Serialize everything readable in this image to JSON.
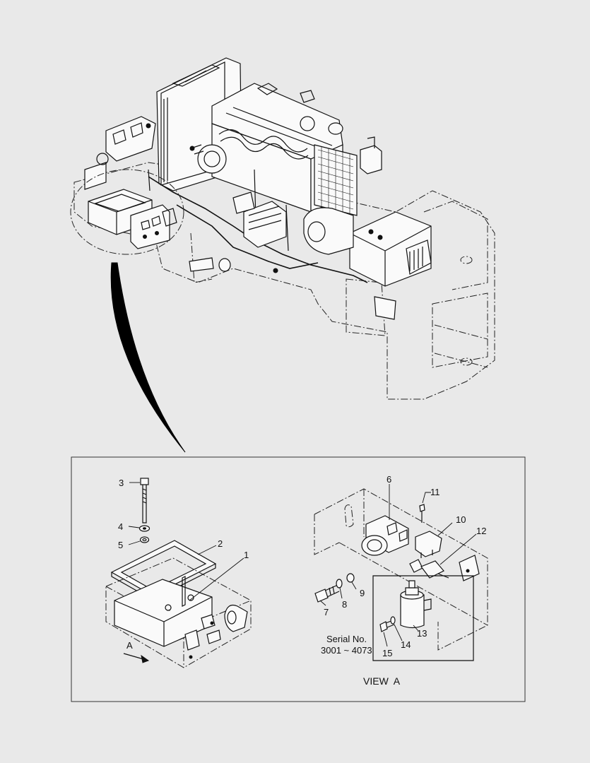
{
  "view_arrow_label": "A",
  "view_title": "VIEW  A",
  "serial": {
    "line1": "Serial No.",
    "line2": "3001 ~ 4073"
  },
  "callouts": [
    {
      "id": "p3",
      "text": "3"
    },
    {
      "id": "p4",
      "text": "4"
    },
    {
      "id": "p5",
      "text": "5"
    },
    {
      "id": "p2",
      "text": "2"
    },
    {
      "id": "p1",
      "text": "1"
    },
    {
      "id": "p6",
      "text": "6"
    },
    {
      "id": "p11",
      "text": "11"
    },
    {
      "id": "p10",
      "text": "10"
    },
    {
      "id": "p12",
      "text": "12"
    },
    {
      "id": "p9",
      "text": "9"
    },
    {
      "id": "p8",
      "text": "8"
    },
    {
      "id": "p7",
      "text": "7"
    },
    {
      "id": "p13",
      "text": "13"
    },
    {
      "id": "p14",
      "text": "14"
    },
    {
      "id": "p15",
      "text": "15"
    }
  ]
}
